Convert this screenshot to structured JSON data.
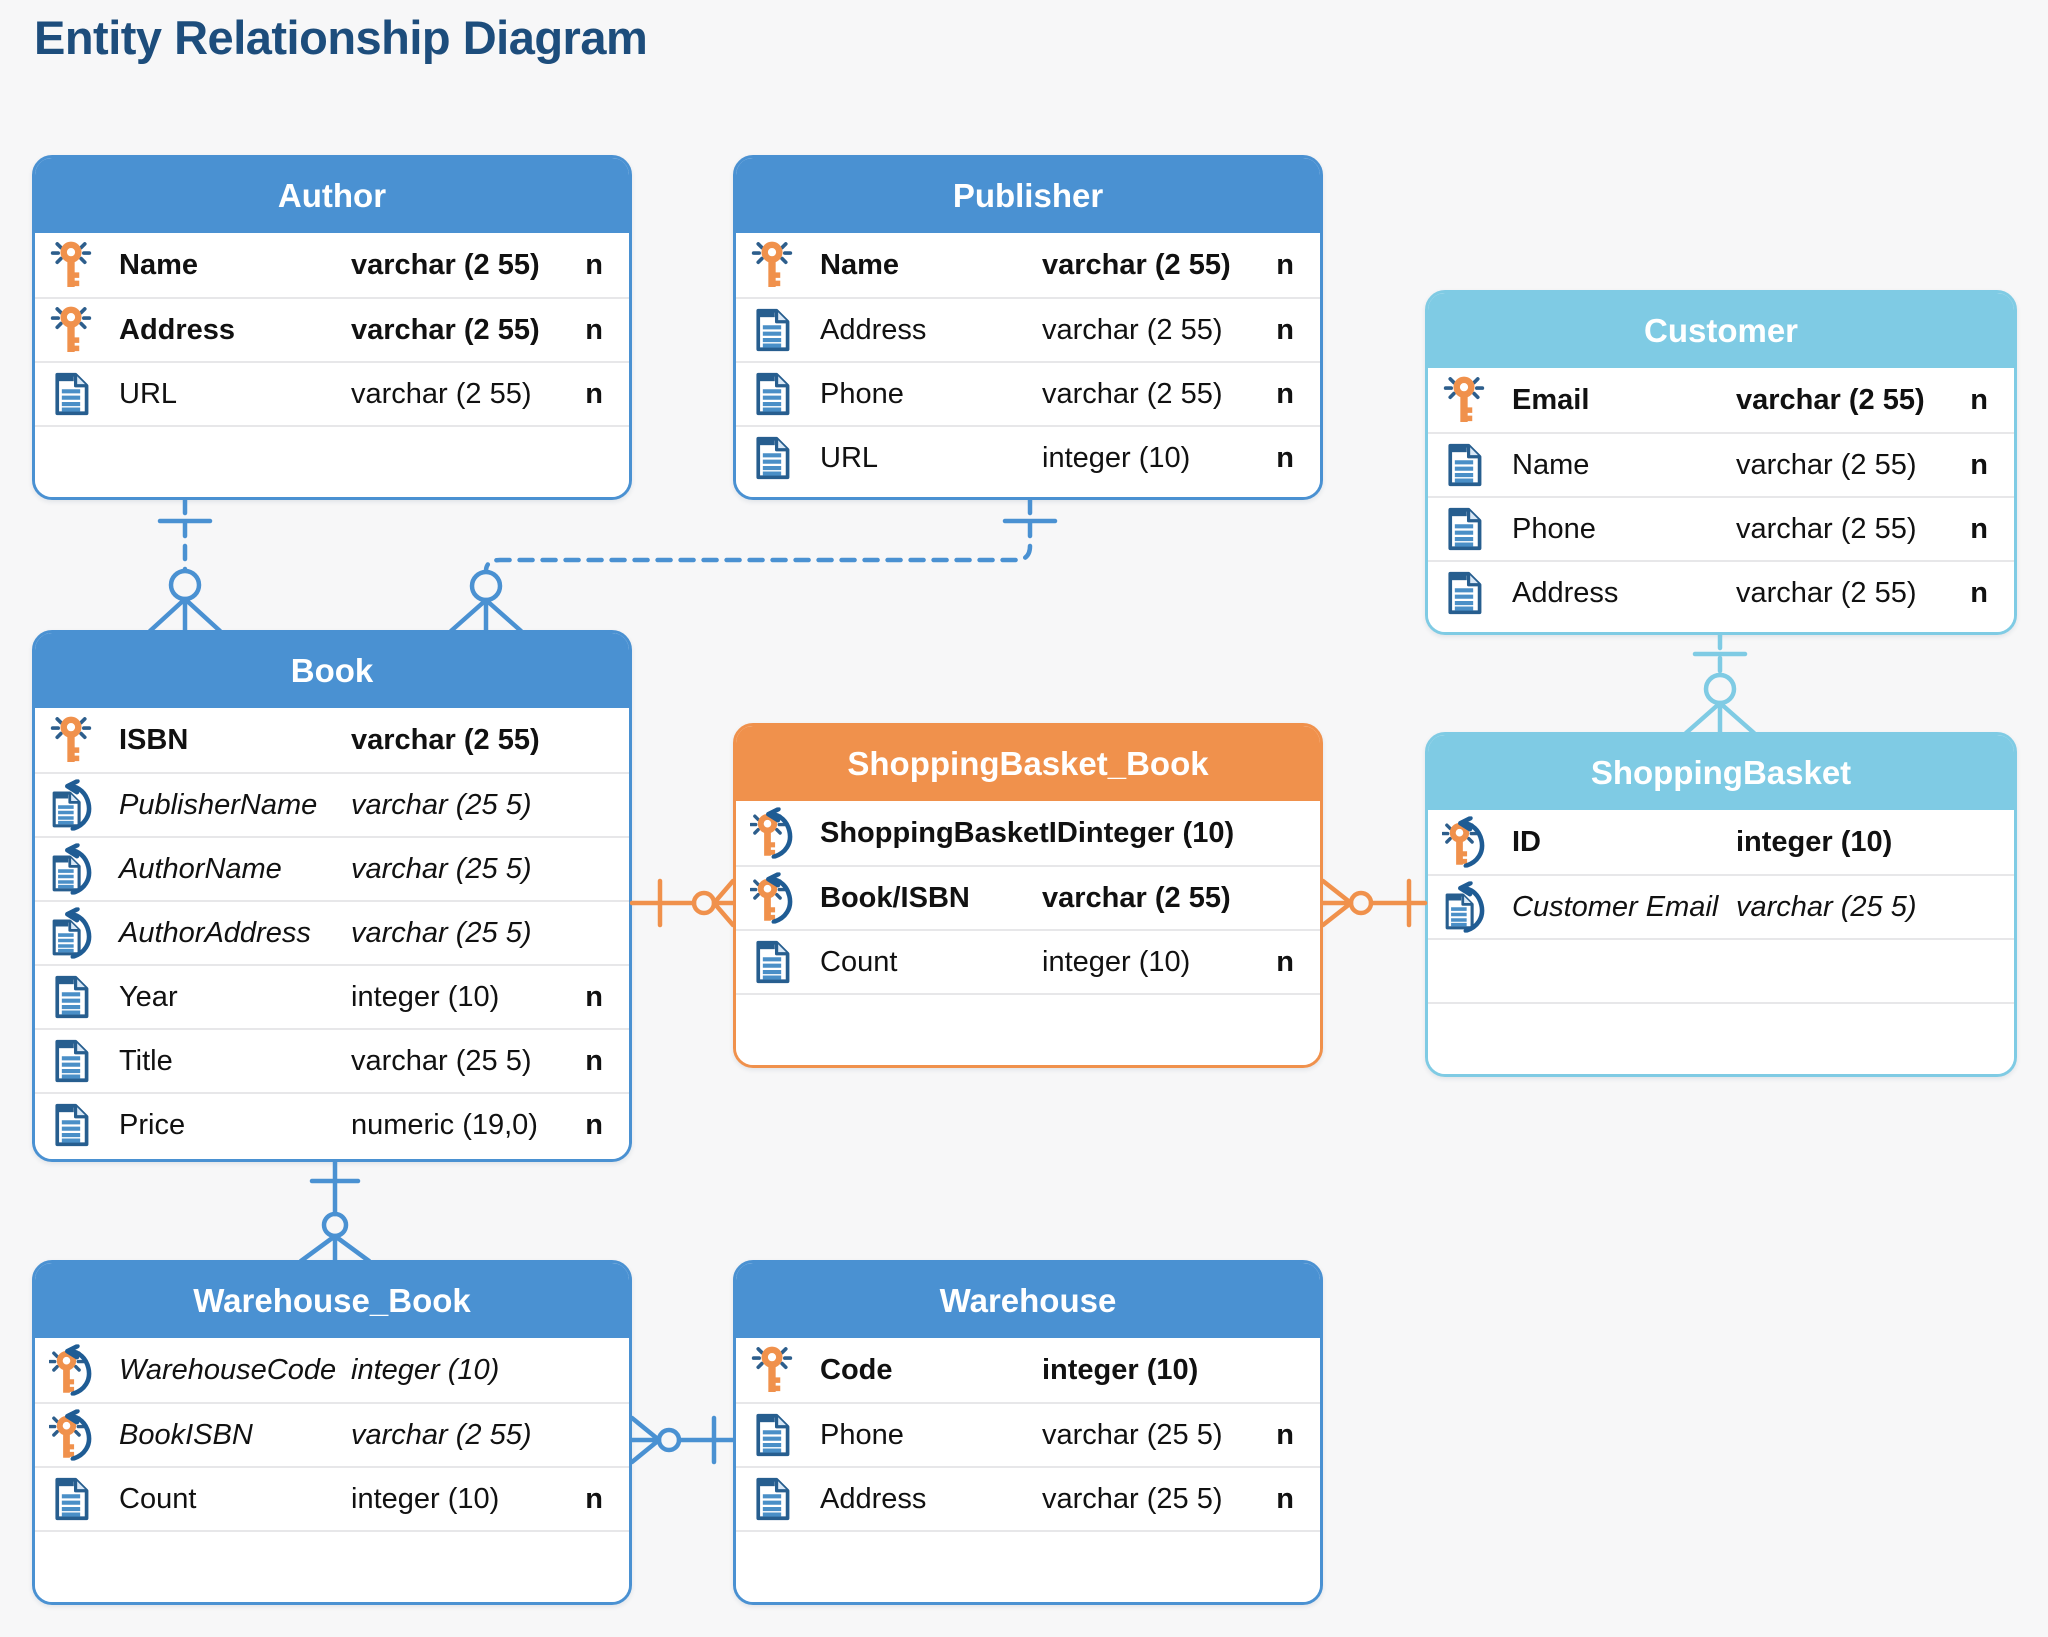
{
  "title": "Entity Relationship Diagram",
  "colors": {
    "background": "#f7f7f8",
    "primary_blue": "#4a91d2",
    "light_blue": "#7fcbe4",
    "orange": "#f0914c",
    "title_navy": "#1d4d7c",
    "row_separator": "#e7e7e9",
    "icon_doc_blue": "#275e8f",
    "icon_doc_lines": "#4a8fc7",
    "icon_key_orange": "#f0914c",
    "fk_arrow_blue": "#1f5c94"
  },
  "tables": [
    {
      "title": "Author",
      "header_color": "blue",
      "rows": [
        {
          "icon": "key-icon",
          "name": "Name",
          "type": "varchar (2 55)",
          "nullable": "n",
          "style": "bold"
        },
        {
          "icon": "key-icon",
          "name": "Address",
          "type": "varchar (2 55)",
          "nullable": "n",
          "style": "bold"
        },
        {
          "icon": "doc-icon",
          "name": "URL",
          "type": "varchar (2 55)",
          "nullable": "n",
          "style": "normal"
        }
      ]
    },
    {
      "title": "Publisher",
      "header_color": "blue",
      "rows": [
        {
          "icon": "key-icon",
          "name": "Name",
          "type": "varchar (2 55)",
          "nullable": "n",
          "style": "bold"
        },
        {
          "icon": "doc-icon",
          "name": "Address",
          "type": "varchar (2 55)",
          "nullable": "n",
          "style": "normal"
        },
        {
          "icon": "doc-icon",
          "name": "Phone",
          "type": "varchar (2 55)",
          "nullable": "n",
          "style": "normal"
        },
        {
          "icon": "doc-icon",
          "name": "URL",
          "type": "integer (10)",
          "nullable": "n",
          "style": "normal"
        }
      ]
    },
    {
      "title": "Customer",
      "header_color": "light_blue",
      "rows": [
        {
          "icon": "key-icon",
          "name": "Email",
          "type": "varchar (2 55)",
          "nullable": "n",
          "style": "bold"
        },
        {
          "icon": "doc-icon",
          "name": "Name",
          "type": "varchar (2 55)",
          "nullable": "n",
          "style": "normal"
        },
        {
          "icon": "doc-icon",
          "name": "Phone",
          "type": "varchar (2 55)",
          "nullable": "n",
          "style": "normal"
        },
        {
          "icon": "doc-icon",
          "name": "Address",
          "type": "varchar (2 55)",
          "nullable": "n",
          "style": "normal"
        }
      ]
    },
    {
      "title": "Book",
      "header_color": "blue",
      "rows": [
        {
          "icon": "key-icon",
          "name": "ISBN",
          "type": "varchar (2 55)",
          "nullable": "",
          "style": "bold"
        },
        {
          "icon": "doc-fk-icon",
          "name": "PublisherName",
          "type": "varchar (25 5)",
          "nullable": "",
          "style": "italic"
        },
        {
          "icon": "doc-fk-icon",
          "name": "AuthorName",
          "type": "varchar (25 5)",
          "nullable": "",
          "style": "italic"
        },
        {
          "icon": "doc-fk-icon",
          "name": "AuthorAddress",
          "type": "varchar (25 5)",
          "nullable": "",
          "style": "italic"
        },
        {
          "icon": "doc-icon",
          "name": "Year",
          "type": "integer (10)",
          "nullable": "n",
          "style": "normal"
        },
        {
          "icon": "doc-icon",
          "name": "Title",
          "type": "varchar (25 5)",
          "nullable": "n",
          "style": "normal"
        },
        {
          "icon": "doc-icon",
          "name": "Price",
          "type": "numeric (19,0)",
          "nullable": "n",
          "style": "normal"
        }
      ]
    },
    {
      "title": "ShoppingBasket_Book",
      "header_color": "orange",
      "rows": [
        {
          "icon": "key-fk-icon",
          "name": "ShoppingBasketID",
          "type": "integer (10)",
          "nullable": "",
          "style": "bold"
        },
        {
          "icon": "key-fk-icon",
          "name": "Book/ISBN",
          "type": "varchar (2 55)",
          "nullable": "",
          "style": "bold"
        },
        {
          "icon": "doc-icon",
          "name": "Count",
          "type": "integer (10)",
          "nullable": "n",
          "style": "normal"
        }
      ]
    },
    {
      "title": "ShoppingBasket",
      "header_color": "light_blue",
      "rows": [
        {
          "icon": "key-fk-icon",
          "name": "ID",
          "type": "integer (10)",
          "nullable": "",
          "style": "bold"
        },
        {
          "icon": "doc-fk-icon",
          "name": "Customer Email",
          "type": "varchar (25 5)",
          "nullable": "",
          "style": "italic"
        }
      ]
    },
    {
      "title": "Warehouse_Book",
      "header_color": "blue",
      "rows": [
        {
          "icon": "key-fk-icon",
          "name": "WarehouseCode",
          "type": "integer (10)",
          "nullable": "",
          "style": "italic"
        },
        {
          "icon": "key-fk-icon",
          "name": "BookISBN",
          "type": "varchar (2 55)",
          "nullable": "",
          "style": "italic"
        },
        {
          "icon": "doc-icon",
          "name": "Count",
          "type": "integer (10)",
          "nullable": "n",
          "style": "normal"
        }
      ]
    },
    {
      "title": "Warehouse",
      "header_color": "blue",
      "rows": [
        {
          "icon": "key-icon",
          "name": "Code",
          "type": "integer (10)",
          "nullable": "",
          "style": "bold"
        },
        {
          "icon": "doc-icon",
          "name": "Phone",
          "type": "varchar (25 5)",
          "nullable": "n",
          "style": "normal"
        },
        {
          "icon": "doc-icon",
          "name": "Address",
          "type": "varchar (25 5)",
          "nullable": "n",
          "style": "normal"
        }
      ]
    }
  ],
  "relationships": [
    {
      "from": "Author",
      "to": "Book",
      "from_cardinality": "one",
      "to_cardinality": "zero-or-many",
      "line": "dashed",
      "color": "#4a91d2"
    },
    {
      "from": "Publisher",
      "to": "Book",
      "from_cardinality": "one",
      "to_cardinality": "zero-or-many",
      "line": "dashed",
      "color": "#4a91d2"
    },
    {
      "from": "Customer",
      "to": "ShoppingBasket",
      "from_cardinality": "one",
      "to_cardinality": "zero-or-many",
      "line": "dashed",
      "color": "#7fcbe4"
    },
    {
      "from": "Book",
      "to": "ShoppingBasket_Book",
      "from_cardinality": "one",
      "to_cardinality": "zero-or-many",
      "line": "solid",
      "color": "#f0914c"
    },
    {
      "from": "ShoppingBasket",
      "to": "ShoppingBasket_Book",
      "from_cardinality": "one",
      "to_cardinality": "zero-or-many",
      "line": "solid",
      "color": "#f0914c"
    },
    {
      "from": "Book",
      "to": "Warehouse_Book",
      "from_cardinality": "one",
      "to_cardinality": "zero-or-many",
      "line": "solid",
      "color": "#4a91d2"
    },
    {
      "from": "Warehouse",
      "to": "Warehouse_Book",
      "from_cardinality": "one",
      "to_cardinality": "zero-or-many",
      "line": "solid",
      "color": "#4a91d2"
    }
  ]
}
